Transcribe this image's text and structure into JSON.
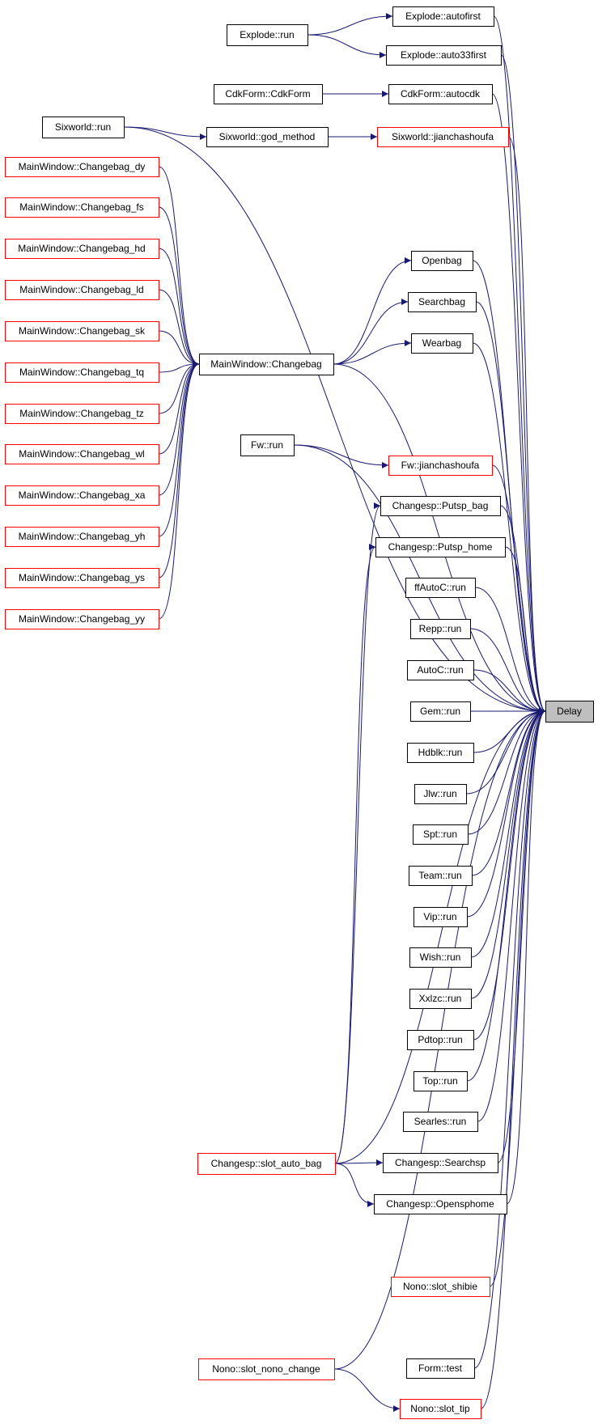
{
  "graph": {
    "edge_color": "#191970",
    "node_fill": "#ffffff",
    "target_fill": "#bfbfbf",
    "complete_border": "#000000",
    "truncated_border": "#ff0000",
    "nodes": [
      {
        "id": "n1",
        "label": "Explode::autofirst",
        "border": "black"
      },
      {
        "id": "n2",
        "label": "Explode::run",
        "border": "black"
      },
      {
        "id": "n3",
        "label": "Explode::auto33first",
        "border": "black"
      },
      {
        "id": "n4",
        "label": "CdkForm::CdkForm",
        "border": "black"
      },
      {
        "id": "n5",
        "label": "CdkForm::autocdk",
        "border": "black"
      },
      {
        "id": "n6",
        "label": "Sixworld::run",
        "border": "black"
      },
      {
        "id": "n7",
        "label": "Sixworld::god_method",
        "border": "black"
      },
      {
        "id": "n8",
        "label": "Sixworld::jianchashoufa",
        "border": "red"
      },
      {
        "id": "n9",
        "label": "MainWindow::Changebag_dy",
        "border": "red"
      },
      {
        "id": "n10",
        "label": "MainWindow::Changebag_fs",
        "border": "red"
      },
      {
        "id": "n11",
        "label": "MainWindow::Changebag_hd",
        "border": "red"
      },
      {
        "id": "n12",
        "label": "MainWindow::Changebag_ld",
        "border": "red"
      },
      {
        "id": "n13",
        "label": "MainWindow::Changebag_sk",
        "border": "red"
      },
      {
        "id": "n14",
        "label": "MainWindow::Changebag_tq",
        "border": "red"
      },
      {
        "id": "n15",
        "label": "MainWindow::Changebag_tz",
        "border": "red"
      },
      {
        "id": "n16",
        "label": "MainWindow::Changebag_wl",
        "border": "red"
      },
      {
        "id": "n17",
        "label": "MainWindow::Changebag_xa",
        "border": "red"
      },
      {
        "id": "n18",
        "label": "MainWindow::Changebag_yh",
        "border": "red"
      },
      {
        "id": "n19",
        "label": "MainWindow::Changebag_ys",
        "border": "red"
      },
      {
        "id": "n20",
        "label": "MainWindow::Changebag_yy",
        "border": "red"
      },
      {
        "id": "n21",
        "label": "MainWindow::Changebag",
        "border": "black"
      },
      {
        "id": "n22",
        "label": "Openbag",
        "border": "black"
      },
      {
        "id": "n23",
        "label": "Searchbag",
        "border": "black"
      },
      {
        "id": "n24",
        "label": "Wearbag",
        "border": "black"
      },
      {
        "id": "n25",
        "label": "Fw::run",
        "border": "black"
      },
      {
        "id": "n26",
        "label": "Fw::jianchashoufa",
        "border": "red"
      },
      {
        "id": "n27",
        "label": "Changesp::Putsp_bag",
        "border": "black"
      },
      {
        "id": "n28",
        "label": "Changesp::Putsp_home",
        "border": "black"
      },
      {
        "id": "n29",
        "label": "ffAutoC::run",
        "border": "black"
      },
      {
        "id": "n30",
        "label": "Repp::run",
        "border": "black"
      },
      {
        "id": "n31",
        "label": "AutoC::run",
        "border": "black"
      },
      {
        "id": "n32",
        "label": "Delay",
        "border": "target"
      },
      {
        "id": "n33",
        "label": "Gem::run",
        "border": "black"
      },
      {
        "id": "n34",
        "label": "Hdblk::run",
        "border": "black"
      },
      {
        "id": "n35",
        "label": "Jlw::run",
        "border": "black"
      },
      {
        "id": "n36",
        "label": "Spt::run",
        "border": "black"
      },
      {
        "id": "n37",
        "label": "Team::run",
        "border": "black"
      },
      {
        "id": "n38",
        "label": "Vip::run",
        "border": "black"
      },
      {
        "id": "n39",
        "label": "Wish::run",
        "border": "black"
      },
      {
        "id": "n40",
        "label": "Xxlzc::run",
        "border": "black"
      },
      {
        "id": "n41",
        "label": "Pdtop::run",
        "border": "black"
      },
      {
        "id": "n42",
        "label": "Top::run",
        "border": "black"
      },
      {
        "id": "n43",
        "label": "Searles::run",
        "border": "black"
      },
      {
        "id": "n44",
        "label": "Changesp::slot_auto_bag",
        "border": "red"
      },
      {
        "id": "n45",
        "label": "Changesp::Searchsp",
        "border": "black"
      },
      {
        "id": "n46",
        "label": "Changesp::Opensphome",
        "border": "black"
      },
      {
        "id": "n47",
        "label": "Nono::slot_shibie",
        "border": "red"
      },
      {
        "id": "n48",
        "label": "Nono::slot_nono_change",
        "border": "red"
      },
      {
        "id": "n49",
        "label": "Form::test",
        "border": "black"
      },
      {
        "id": "n50",
        "label": "Nono::slot_tip",
        "border": "red"
      }
    ],
    "edges": [
      [
        "n2",
        "n1"
      ],
      [
        "n2",
        "n3"
      ],
      [
        "n4",
        "n5"
      ],
      [
        "n6",
        "n7"
      ],
      [
        "n7",
        "n8"
      ],
      [
        "n6",
        "n32"
      ],
      [
        "n9",
        "n21"
      ],
      [
        "n10",
        "n21"
      ],
      [
        "n11",
        "n21"
      ],
      [
        "n12",
        "n21"
      ],
      [
        "n13",
        "n21"
      ],
      [
        "n14",
        "n21"
      ],
      [
        "n15",
        "n21"
      ],
      [
        "n16",
        "n21"
      ],
      [
        "n17",
        "n21"
      ],
      [
        "n18",
        "n21"
      ],
      [
        "n19",
        "n21"
      ],
      [
        "n20",
        "n21"
      ],
      [
        "n21",
        "n22"
      ],
      [
        "n21",
        "n23"
      ],
      [
        "n21",
        "n24"
      ],
      [
        "n21",
        "n32"
      ],
      [
        "n25",
        "n26"
      ],
      [
        "n25",
        "n32"
      ],
      [
        "n44",
        "n27"
      ],
      [
        "n44",
        "n28"
      ],
      [
        "n44",
        "n45"
      ],
      [
        "n44",
        "n46"
      ],
      [
        "n44",
        "n32"
      ],
      [
        "n48",
        "n50"
      ],
      [
        "n48",
        "n32"
      ],
      [
        "n1",
        "n32"
      ],
      [
        "n3",
        "n32"
      ],
      [
        "n5",
        "n32"
      ],
      [
        "n8",
        "n32"
      ],
      [
        "n22",
        "n32"
      ],
      [
        "n23",
        "n32"
      ],
      [
        "n24",
        "n32"
      ],
      [
        "n26",
        "n32"
      ],
      [
        "n27",
        "n32"
      ],
      [
        "n28",
        "n32"
      ],
      [
        "n29",
        "n32"
      ],
      [
        "n30",
        "n32"
      ],
      [
        "n31",
        "n32"
      ],
      [
        "n33",
        "n32"
      ],
      [
        "n34",
        "n32"
      ],
      [
        "n35",
        "n32"
      ],
      [
        "n36",
        "n32"
      ],
      [
        "n37",
        "n32"
      ],
      [
        "n38",
        "n32"
      ],
      [
        "n39",
        "n32"
      ],
      [
        "n40",
        "n32"
      ],
      [
        "n41",
        "n32"
      ],
      [
        "n42",
        "n32"
      ],
      [
        "n43",
        "n32"
      ],
      [
        "n45",
        "n32"
      ],
      [
        "n46",
        "n32"
      ],
      [
        "n47",
        "n32"
      ],
      [
        "n49",
        "n32"
      ],
      [
        "n50",
        "n32"
      ]
    ]
  }
}
